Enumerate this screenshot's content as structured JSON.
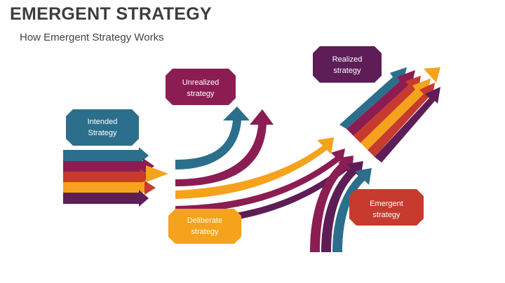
{
  "slide": {
    "title": "EMERGENT STRATEGY",
    "subtitle": "How Emergent Strategy Works"
  },
  "labels": {
    "intended": {
      "line1": "Intended",
      "line2": "Strategy",
      "color": "#2c6f8c"
    },
    "unrealized": {
      "line1": "Unrealized",
      "line2": "strategy",
      "color": "#8b1d52"
    },
    "deliberate": {
      "line1": "Deliberate",
      "line2": "strategy",
      "color": "#f5a21c"
    },
    "realized": {
      "line1": "Realized",
      "line2": "strategy",
      "color": "#5e1d57"
    },
    "emergent": {
      "line1": "Emergent",
      "line2": "strategy",
      "color": "#c73a2e"
    }
  },
  "palette": {
    "blue": "#2c6f8c",
    "magenta": "#8b1d52",
    "red": "#c73a2e",
    "orange": "#f5a21c",
    "purple": "#5e1d57"
  }
}
